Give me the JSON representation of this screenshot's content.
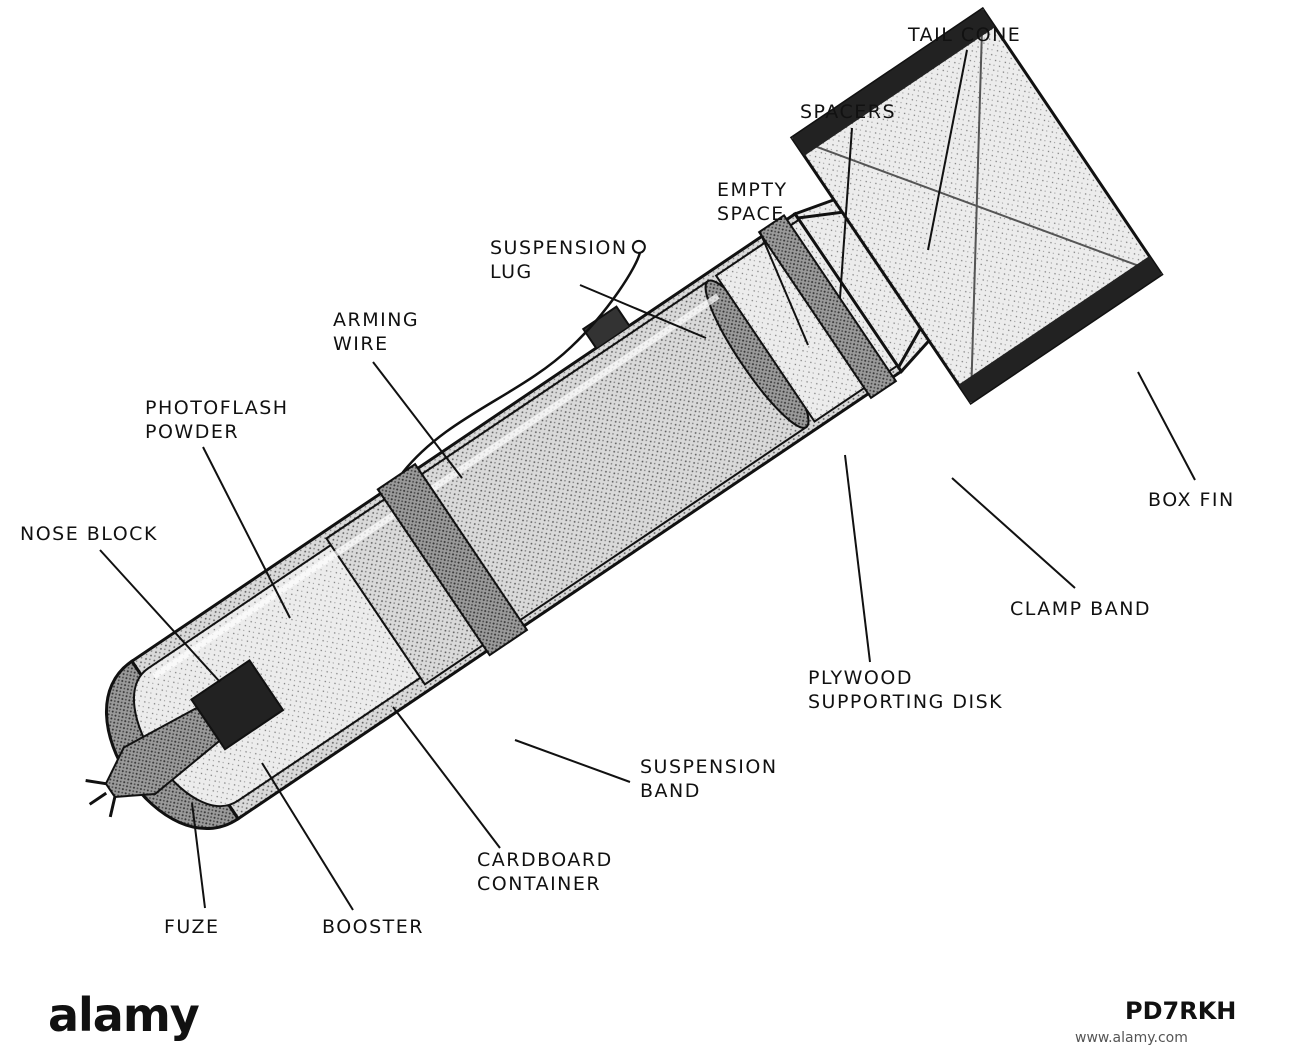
{
  "labels": {
    "tail_cone": "TAIL CONE",
    "spacers": "SPACERS",
    "empty_space": "EMPTY\nSPACE",
    "suspension_lug": "SUSPENSION\nLUG",
    "arming_wire": "ARMING\nWIRE",
    "photoflash_powder": "PHOTOFLASH\nPOWDER",
    "nose_block": "NOSE BLOCK",
    "box_fin": "BOX FIN",
    "clamp_band": "CLAMP BAND",
    "plywood_supporting_disk": "PLYWOOD\nSUPPORTING DISK",
    "suspension_band": "SUSPENSION\nBAND",
    "cardboard_container": "CARDBOARD\nCONTAINER",
    "fuze": "FUZE",
    "booster": "BOOSTER"
  },
  "watermark": {
    "logo": "alamy",
    "image_id": "PD7RKH",
    "url": "www.alamy.com"
  },
  "colors": {
    "ink": "#111111",
    "background": "#ffffff"
  }
}
